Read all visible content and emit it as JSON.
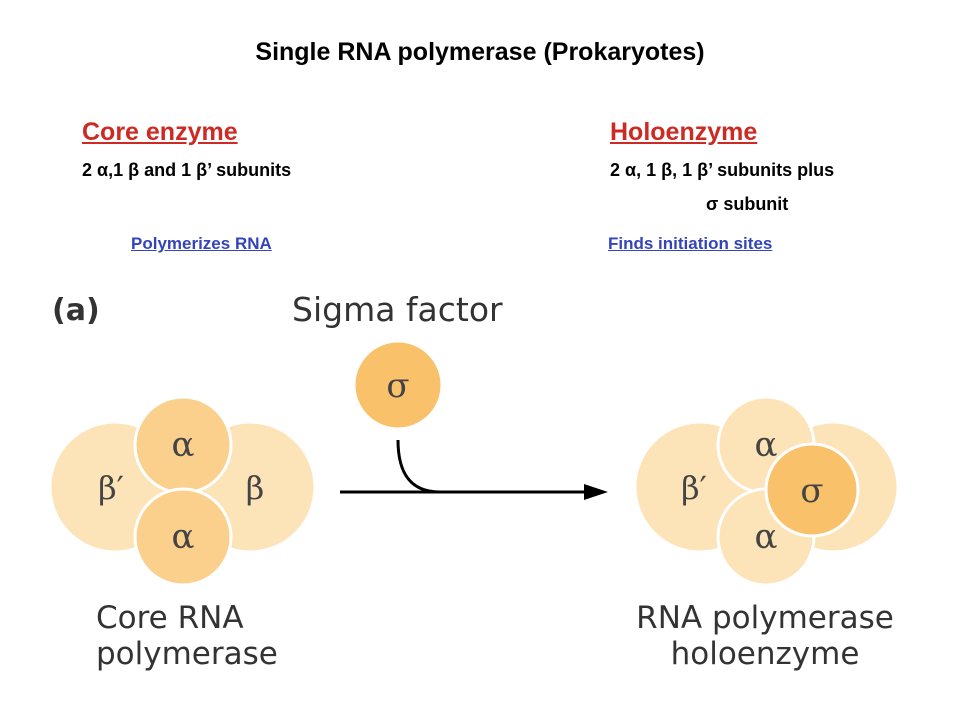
{
  "title": "Single RNA polymerase (Prokaryotes)",
  "core": {
    "heading": "Core enzyme",
    "subunits": "2 α,1 β and 1 β’ subunits",
    "role": "Polymerizes RNA"
  },
  "holo": {
    "heading": "Holoenzyme",
    "subunits_line1": "2 α, 1 β, 1 β’ subunits plus",
    "subunits_line2": "σ subunit",
    "role": "Finds initiation sites"
  },
  "figure": {
    "panel_label": "(a)",
    "sigma_label": "Sigma factor",
    "core_label_1": "Core RNA",
    "core_label_2": "polymerase",
    "holo_label_1": "RNA polymerase",
    "holo_label_2": "holoenzyme",
    "symbols": {
      "alpha": "α",
      "beta": "β",
      "beta_prime": "β′",
      "sigma": "σ"
    },
    "colors": {
      "light_subunit": "#fde3b8",
      "mid_subunit": "#fbd08c",
      "sigma_fill": "#f9c26a",
      "outline": "#ffffff",
      "arrow": "#000000"
    }
  }
}
